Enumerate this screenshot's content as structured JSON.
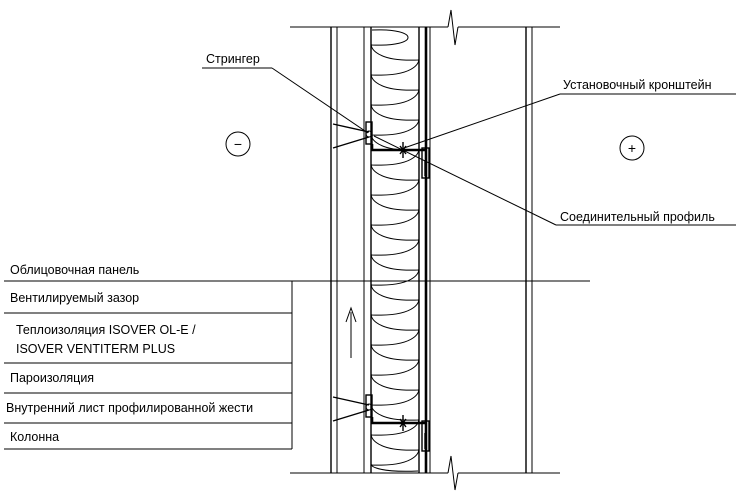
{
  "labels": {
    "stringer": "Стрингер",
    "bracket": "Установочный кронштейн",
    "connector_profile": "Соединительный профиль"
  },
  "zones": {
    "minus": "−",
    "plus": "+"
  },
  "legend": [
    {
      "text": "Облицовочная панель"
    },
    {
      "text": "Вентилируемый зазор"
    },
    {
      "text": "Теплоизоляция ISOVER OL-E /"
    },
    {
      "text": "ISOVER VENTITERM PLUS"
    },
    {
      "text": "Пароизоляция"
    },
    {
      "text": "Внутренний лист профилированной жести"
    },
    {
      "text": "Колонна"
    }
  ]
}
